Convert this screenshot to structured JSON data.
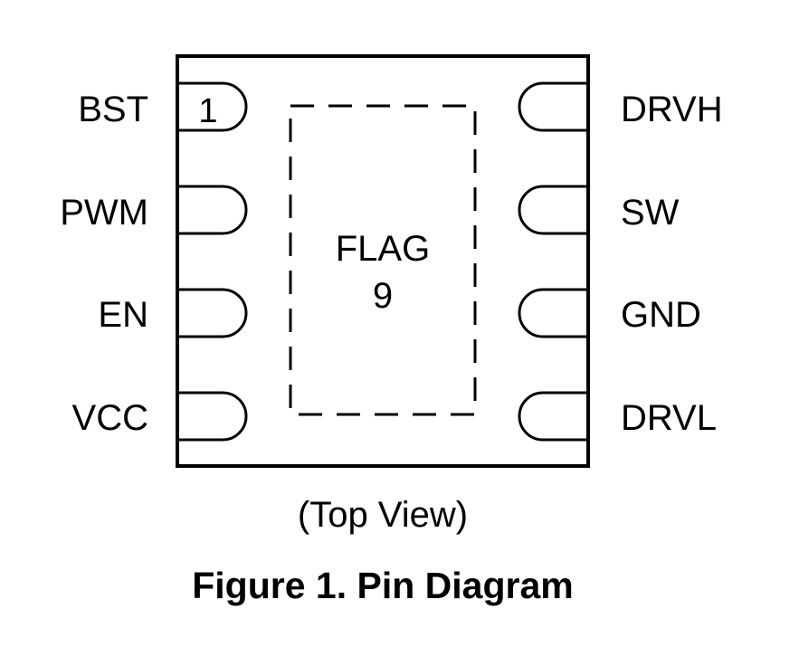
{
  "diagram": {
    "pin1_marker": "1",
    "left_pins": [
      "BST",
      "PWM",
      "EN",
      "VCC"
    ],
    "right_pins": [
      "DRVH",
      "SW",
      "GND",
      "DRVL"
    ],
    "flag": {
      "name": "FLAG",
      "number": "9"
    },
    "view_caption": "(Top View)",
    "figure_title": "Figure 1. Pin Diagram"
  },
  "colors": {
    "stroke": "#000000",
    "background": "#ffffff"
  }
}
